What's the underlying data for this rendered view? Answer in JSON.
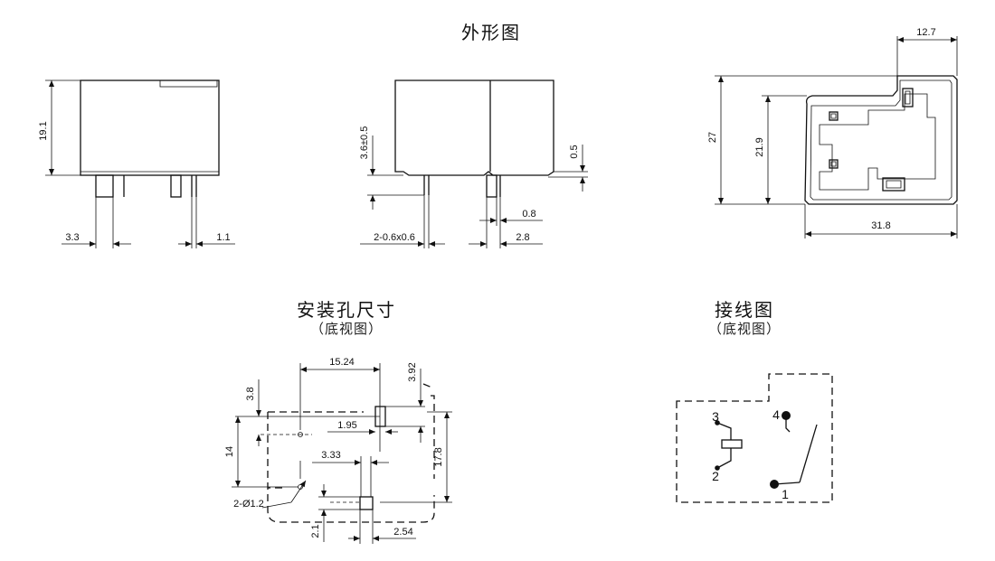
{
  "titles": {
    "outline": "外形图",
    "mounting": "安装孔尺寸",
    "mounting_sub": "（底视图）",
    "wiring": "接线图",
    "wiring_sub": "（底视图）"
  },
  "outline_dims": {
    "height": "19.1",
    "pin_offset": "3.3",
    "pin_width": "1.1",
    "standoff": "3.6±0.5",
    "standoff_small": "0.5",
    "pin_thickness": "0.8",
    "pin_size": "2-0.6x0.6",
    "pin_spacing": "2.8",
    "top_width": "12.7",
    "total_height": "27",
    "inner_height": "21.9",
    "total_width": "31.8"
  },
  "mounting_dims": {
    "d1": "15.24",
    "d2": "3.92",
    "d3": "3.8",
    "d4": "1.95",
    "d5": "14",
    "d6": "3.33",
    "d7": "17.8",
    "holes": "2-Ø1.2",
    "d8": "2.1",
    "d9": "2.54"
  },
  "wiring_pins": {
    "p1": "1",
    "p2": "2",
    "p3": "3",
    "p4": "4"
  }
}
